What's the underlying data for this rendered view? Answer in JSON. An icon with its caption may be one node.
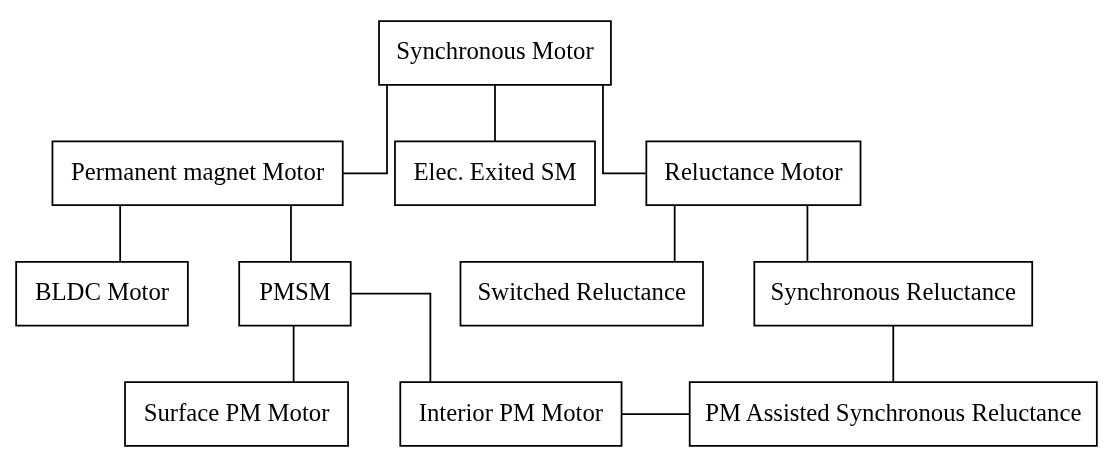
{
  "diagram": {
    "nodes": [
      {
        "text": [
          "Synchronous Motor"
        ]
      },
      {
        "text": [
          "Permanent magnet Motor"
        ]
      },
      {
        "text": [
          "Elec. Exited SM"
        ]
      },
      {
        "text": [
          "Reluctance Motor"
        ]
      },
      {
        "text": [
          "BLDC Motor"
        ]
      },
      {
        "text": [
          "PMSM"
        ]
      },
      {
        "text": [
          "Switched Reluctance"
        ]
      },
      {
        "text": [
          "Synchronous Reluctance"
        ]
      },
      {
        "text": [
          "Surface PM Motor"
        ]
      },
      {
        "text": [
          "Interior PM Motor"
        ]
      },
      {
        "text": [
          "PM Assisted Synchronous Reluctance"
        ]
      }
    ],
    "edges": [
      {
        "from": 0,
        "to": 1,
        "arrow": "none"
      },
      {
        "from": 0,
        "to": 2,
        "arrow": "none"
      },
      {
        "from": 0,
        "to": 3,
        "arrow": "none"
      },
      {
        "from": 1,
        "to": 4,
        "arrow": "none"
      },
      {
        "from": 1,
        "to": 5,
        "arrow": "none"
      },
      {
        "from": 3,
        "to": 6,
        "arrow": "none"
      },
      {
        "from": 3,
        "to": 7,
        "arrow": "none"
      },
      {
        "from": 5,
        "to": 8,
        "arrow": "none"
      },
      {
        "from": 5,
        "to": 9,
        "arrow": "none"
      },
      {
        "from": 7,
        "to": 10,
        "arrow": "none"
      },
      {
        "from": 9,
        "to": 10,
        "arrow": "none"
      }
    ]
  }
}
